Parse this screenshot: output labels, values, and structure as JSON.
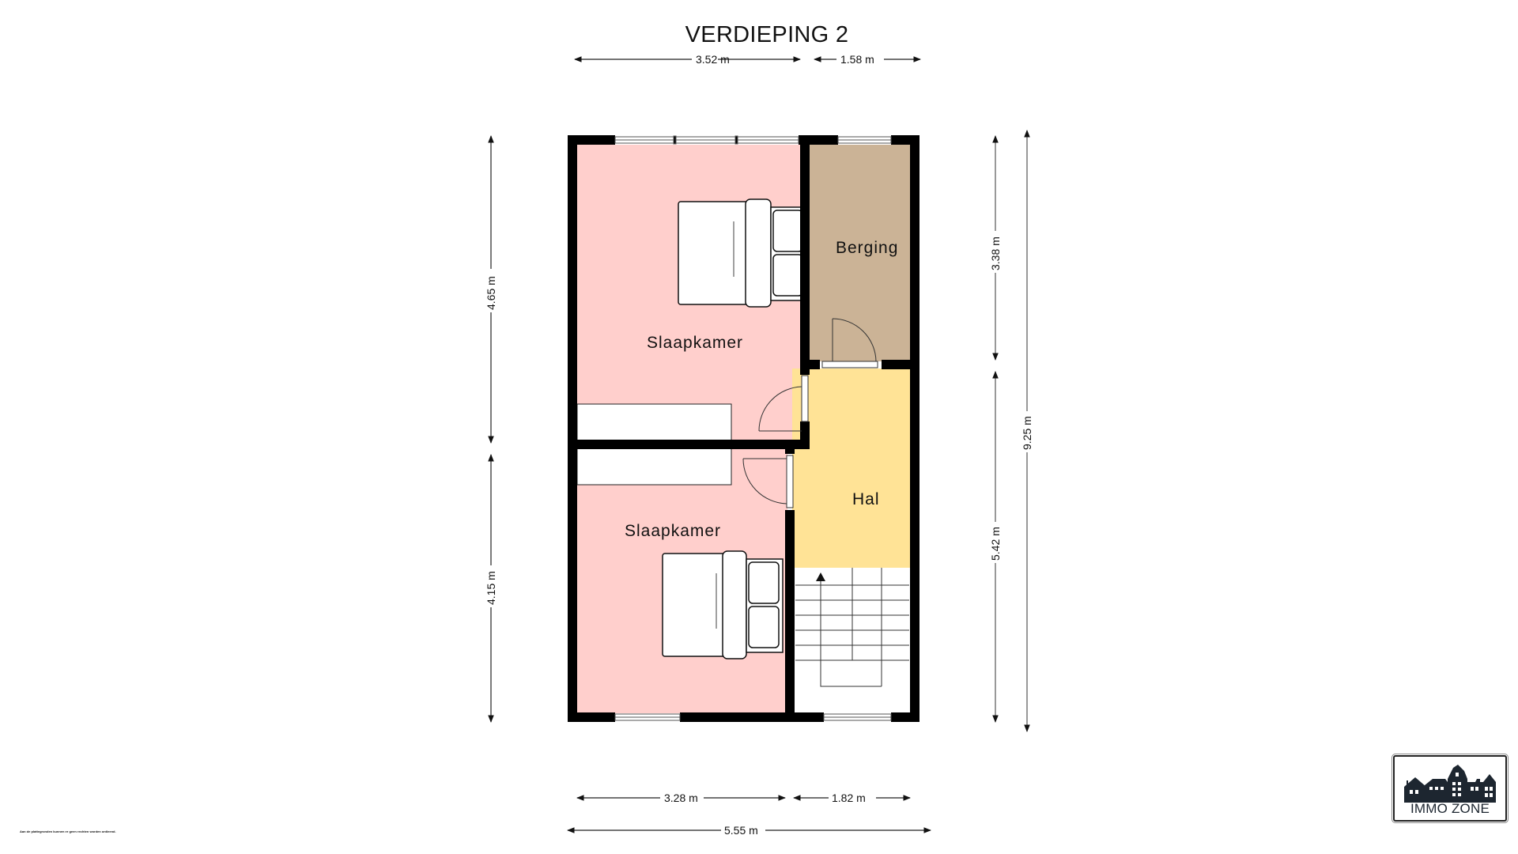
{
  "plan": {
    "title": "VERDIEPING 2",
    "colors": {
      "bedroom": "#FFCFCC",
      "storage": "#CBB396",
      "hall": "#FFE396",
      "wall": "#000000",
      "stairs": "#FFFFFF"
    },
    "rooms": [
      {
        "id": "bedroom-1",
        "label": "Slaapkamer"
      },
      {
        "id": "storage",
        "label": "Berging"
      },
      {
        "id": "hall",
        "label": "Hal"
      },
      {
        "id": "bedroom-2",
        "label": "Slaapkamer"
      }
    ],
    "dimensions": {
      "top_left": "3.52 m",
      "top_right": "1.58 m",
      "left_upper": "4.65 m",
      "left_lower": "4.15 m",
      "right_upper": "3.38 m",
      "right_lower": "5.42 m",
      "right_total": "9.25 m",
      "bottom_left": "3.28 m",
      "bottom_right": "1.82 m",
      "bottom_total": "5.55 m"
    }
  },
  "logo": {
    "text": "IMMO ZONE",
    "icon": "town-houses-icon"
  },
  "disclaimer": "Aan de plattegronden kunnen er geen rechten worden ontleend."
}
